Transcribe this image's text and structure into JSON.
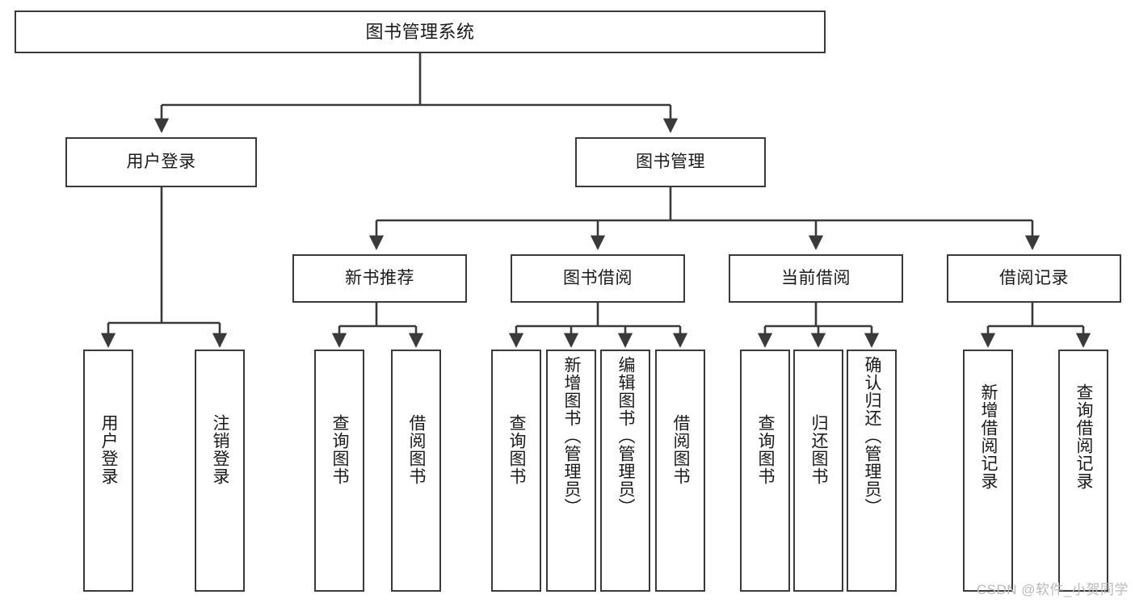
{
  "diagram": {
    "title": "图书管理系统",
    "type": "tree-hierarchy-diagram",
    "root": {
      "id": "root",
      "label": "图书管理系统"
    },
    "level2": [
      {
        "id": "user-login",
        "label": "用户登录"
      },
      {
        "id": "book-management",
        "label": "图书管理"
      }
    ],
    "level3": [
      {
        "id": "new-book-recommend",
        "label": "新书推荐",
        "parent": "book-management"
      },
      {
        "id": "book-borrow",
        "label": "图书借阅",
        "parent": "book-management"
      },
      {
        "id": "current-borrow",
        "label": "当前借阅",
        "parent": "book-management"
      },
      {
        "id": "borrow-record",
        "label": "借阅记录",
        "parent": "book-management"
      }
    ],
    "leaves": {
      "user-login": [
        {
          "id": "leaf-user-login",
          "label": "用户登录"
        },
        {
          "id": "leaf-logout-login",
          "label": "注销登录"
        }
      ],
      "new-book-recommend": [
        {
          "id": "leaf-query-book-1",
          "label": "查询图书"
        },
        {
          "id": "leaf-borrow-book-1",
          "label": "借阅图书"
        }
      ],
      "book-borrow": [
        {
          "id": "leaf-query-book-2",
          "label": "查询图书"
        },
        {
          "id": "leaf-add-book",
          "label": "新增图书（管理员）"
        },
        {
          "id": "leaf-edit-book",
          "label": "编辑图书（管理员）"
        },
        {
          "id": "leaf-borrow-book-2",
          "label": "借阅图书"
        }
      ],
      "current-borrow": [
        {
          "id": "leaf-query-book-3",
          "label": "查询图书"
        },
        {
          "id": "leaf-return-book",
          "label": "归还图书"
        },
        {
          "id": "leaf-confirm-return",
          "label": "确认归还（管理员）"
        }
      ],
      "borrow-record": [
        {
          "id": "leaf-add-record",
          "label": "新增借阅记录"
        },
        {
          "id": "leaf-query-record",
          "label": "查询借阅记录"
        }
      ]
    },
    "watermark": "CSDN @软件_小贺同学",
    "colors": {
      "border": "#3a3a3a",
      "background": "#ffffff",
      "text": "#1a1a1a",
      "watermark": "#b9b9b9"
    }
  }
}
